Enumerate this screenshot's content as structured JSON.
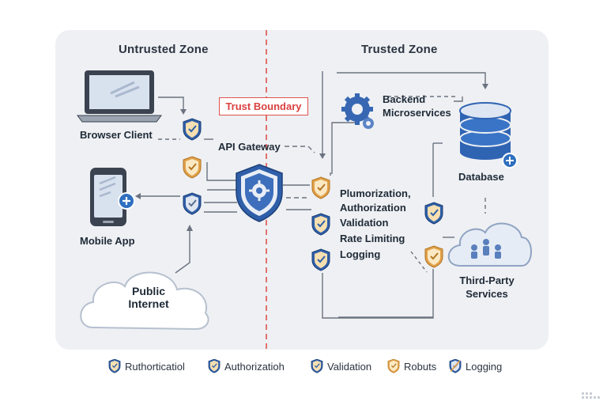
{
  "zones": {
    "untrusted": "Untrusted Zone",
    "trusted": "Trusted Zone"
  },
  "trust_boundary_label": "Trust Boundary",
  "nodes": {
    "browser_client": "Browser Client",
    "mobile_app": "Mobile App",
    "public_internet_line1": "Public",
    "public_internet_line2": "Internet",
    "api_gateway": "API Gateway",
    "backend_line1": "Backend",
    "backend_line2": "Microservices",
    "database": "Database",
    "third_party_line1": "Third-Party",
    "third_party_line2": "Services"
  },
  "gateway_functions": [
    "Plumorization,",
    "Authorization",
    "Validation",
    "Rate Limiting",
    "Logging"
  ],
  "legend": [
    {
      "label": "Ruthorticatiol",
      "icon": "blue-shield-check-icon"
    },
    {
      "label": "Authorizatioh",
      "icon": "blue-shield-check-icon"
    },
    {
      "label": "Validation",
      "icon": "blue-shield-check-icon"
    },
    {
      "label": "Robuts",
      "icon": "orange-shield-check-icon"
    },
    {
      "label": "Logging",
      "icon": "blue-shield-slash-icon"
    }
  ],
  "colors": {
    "shield_blue": "#2f5fa8",
    "shield_orange": "#e0a048",
    "boundary_red": "#e0524e",
    "panel_bg": "#eef0f3"
  }
}
